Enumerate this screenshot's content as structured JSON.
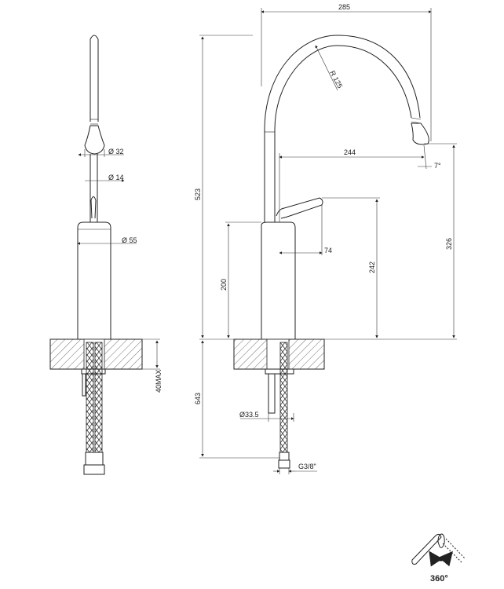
{
  "side_view": {
    "dims": {
      "d32": "Ø 32",
      "d14": "Ø 14",
      "d55": "Ø 55",
      "max40": "40MAX"
    }
  },
  "front_view": {
    "dims": {
      "w285": "285",
      "r125": "R 125",
      "w244": "244",
      "angle7": "7°",
      "h326": "326",
      "h523": "523",
      "w74": "74",
      "h242": "242",
      "h200": "200",
      "h643": "643",
      "d33_5": "Ø33.5",
      "g38": "G3/8\""
    }
  },
  "rotation_icon": {
    "label": "360°"
  }
}
